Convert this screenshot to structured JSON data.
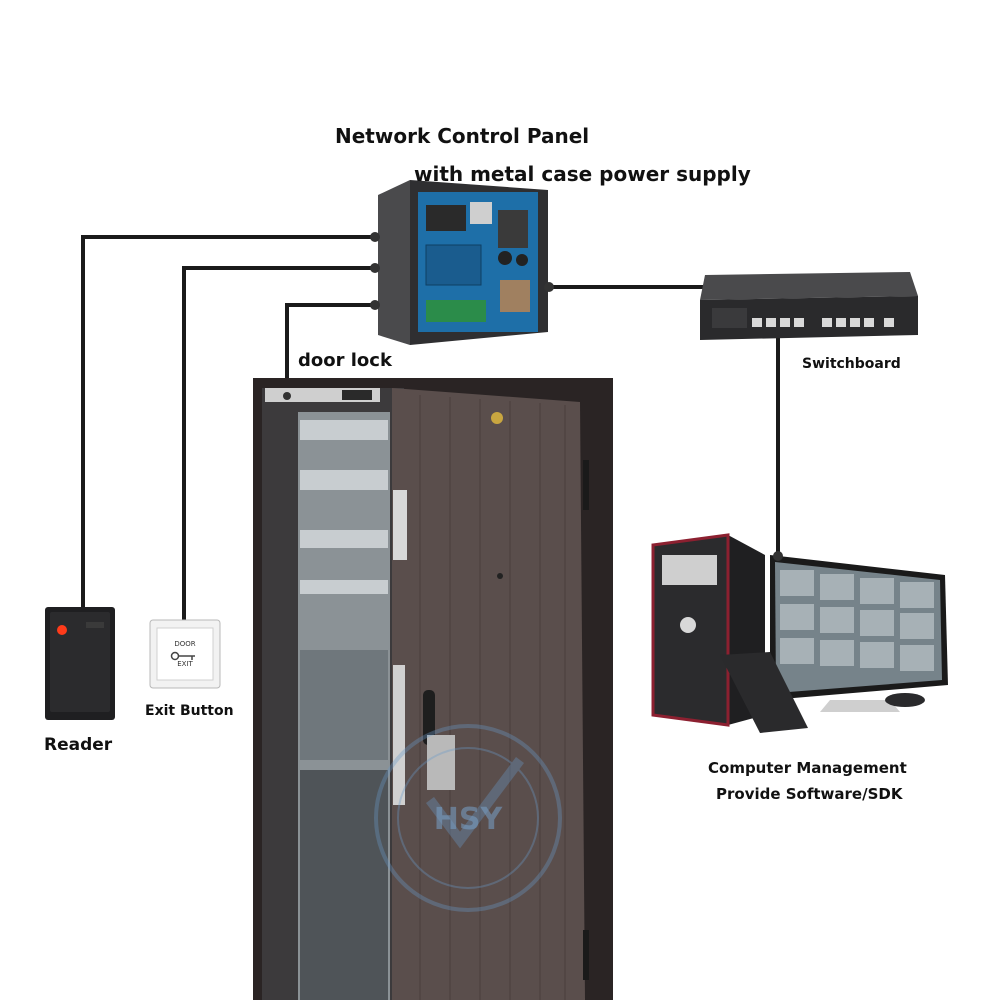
{
  "labels": {
    "panel_line1": "Network Control Panel",
    "panel_line2": "with metal case power supply",
    "door_lock": "door lock",
    "switchboard": "Switchboard",
    "reader": "Reader",
    "exit_button": "Exit Button",
    "computer_line1": "Computer Management",
    "computer_line2": "Provide Software/SDK"
  },
  "exit_button_face": {
    "top": "DOOR",
    "bottom": "EXIT"
  },
  "watermark": {
    "text": "HSY"
  },
  "colors": {
    "wire": "#1a1a1a",
    "door": "#5a4e4c",
    "frame": "#2a2424",
    "case": "#3a3a3c",
    "board": "#1e6fa8"
  }
}
